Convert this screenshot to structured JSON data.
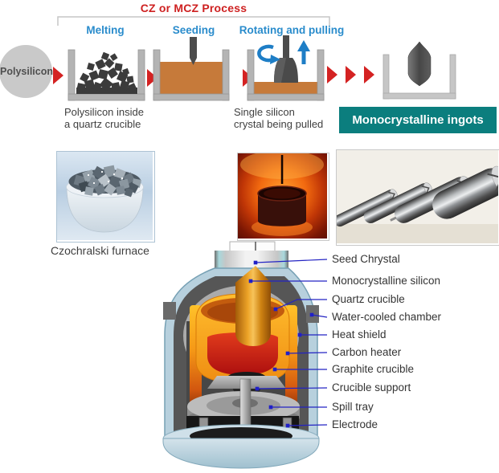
{
  "title": "CZ or MCZ Process",
  "process": {
    "source": "Polysilicon",
    "stage_melting": "Melting",
    "stage_seeding": "Seeding",
    "stage_rotating": "Rotating and pulling",
    "caption_crucible_line1": "Polysilicon inside",
    "caption_crucible_line2": "a quartz crucible",
    "caption_crystal_line1": "Single silicon",
    "caption_crystal_line2": "crystal being pulled",
    "result": "Monocrystalline ingots"
  },
  "photos": {
    "furnace_caption": "Czochralski furnace"
  },
  "furnace_labels": [
    "Seed Chrystal",
    "Monocrystalline silicon",
    "Quartz crucible",
    "Water-cooled chamber",
    "Heat shield",
    "Carbon heater",
    "Graphite crucible",
    "Crucible support",
    "Spill tray",
    "Electrode"
  ],
  "colors": {
    "title_red": "#ce2121",
    "stage_blue": "#2a8ccc",
    "arrow_red": "#d42222",
    "rotate_pull_blue": "#1e7ec6",
    "melt_orange": "#c67a3a",
    "teal_bg": "#0b7e7e",
    "leader_blue": "#2323c3"
  }
}
